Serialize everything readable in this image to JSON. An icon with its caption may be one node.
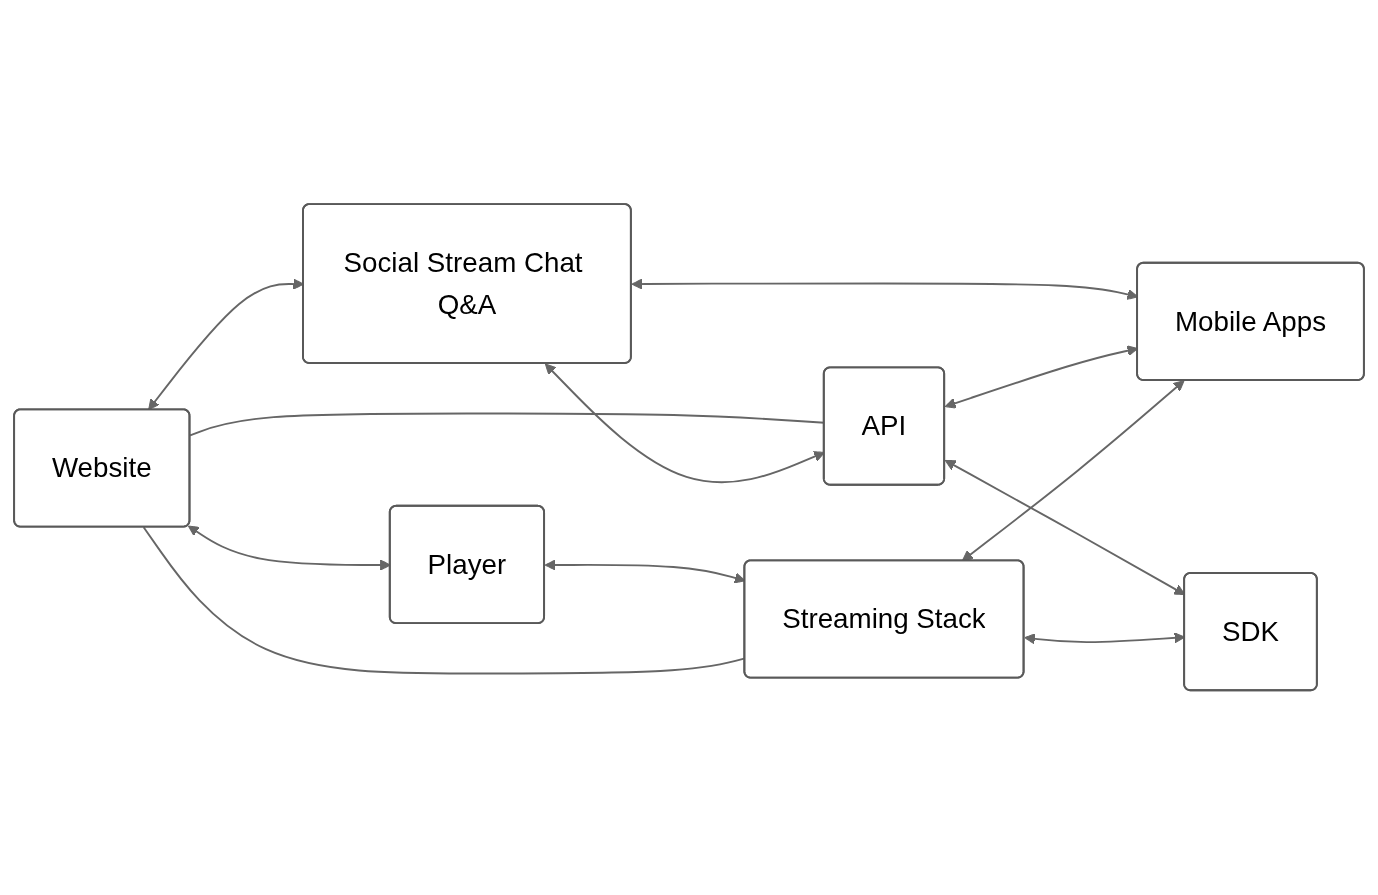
{
  "diagram": {
    "nodes": [
      {
        "text": [
          "Website"
        ]
      },
      {
        "text": [
          "Social Stream Chat Q&A"
        ]
      },
      {
        "text": [
          "API"
        ]
      },
      {
        "text": [
          "Player"
        ]
      },
      {
        "text": [
          "Mobile Apps"
        ]
      },
      {
        "text": [
          "Streaming Stack"
        ]
      },
      {
        "text": [
          "SDK"
        ]
      }
    ],
    "edges": [
      {
        "from": 0,
        "to": 2,
        "arrow": "none"
      },
      {
        "from": 0,
        "to": 1,
        "arrow": "both"
      },
      {
        "from": 1,
        "to": 2,
        "arrow": "both"
      },
      {
        "from": 0,
        "to": 3,
        "arrow": "both"
      },
      {
        "from": 1,
        "to": 4,
        "arrow": "both"
      },
      {
        "from": 2,
        "to": 4,
        "arrow": "both"
      },
      {
        "from": 2,
        "to": 6,
        "arrow": "both"
      },
      {
        "from": 3,
        "to": 5,
        "arrow": "both"
      },
      {
        "from": 5,
        "to": 4,
        "arrow": "both"
      },
      {
        "from": 5,
        "to": 6,
        "arrow": "both"
      },
      {
        "from": 0,
        "to": 5,
        "arrow": "none"
      }
    ]
  }
}
